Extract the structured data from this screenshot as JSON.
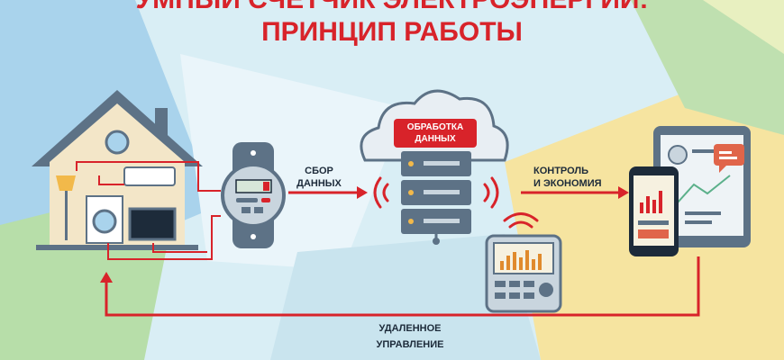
{
  "title": {
    "line1": "УМНЫЙ СЧЕТЧИК ЭЛЕКТРОЭНЕРГИИ:",
    "line2": "ПРИНЦИП РАБОТЫ"
  },
  "labels": {
    "collect": {
      "line1": "СБОР",
      "line2": "ДАННЫХ"
    },
    "processing": {
      "line1": "ОБРАБОТКА",
      "line2": "ДАННЫХ"
    },
    "control": {
      "line1": "КОНТРОЛЬ",
      "line2": "И ЭКОНОМИЯ"
    },
    "remote": {
      "line1": "УДАЛЕННОЕ",
      "line2": "УПРАВЛЕНИЕ"
    }
  },
  "colors": {
    "accent": "#d8232a",
    "dark": "#1d2b3a",
    "device": "#5d7286"
  }
}
